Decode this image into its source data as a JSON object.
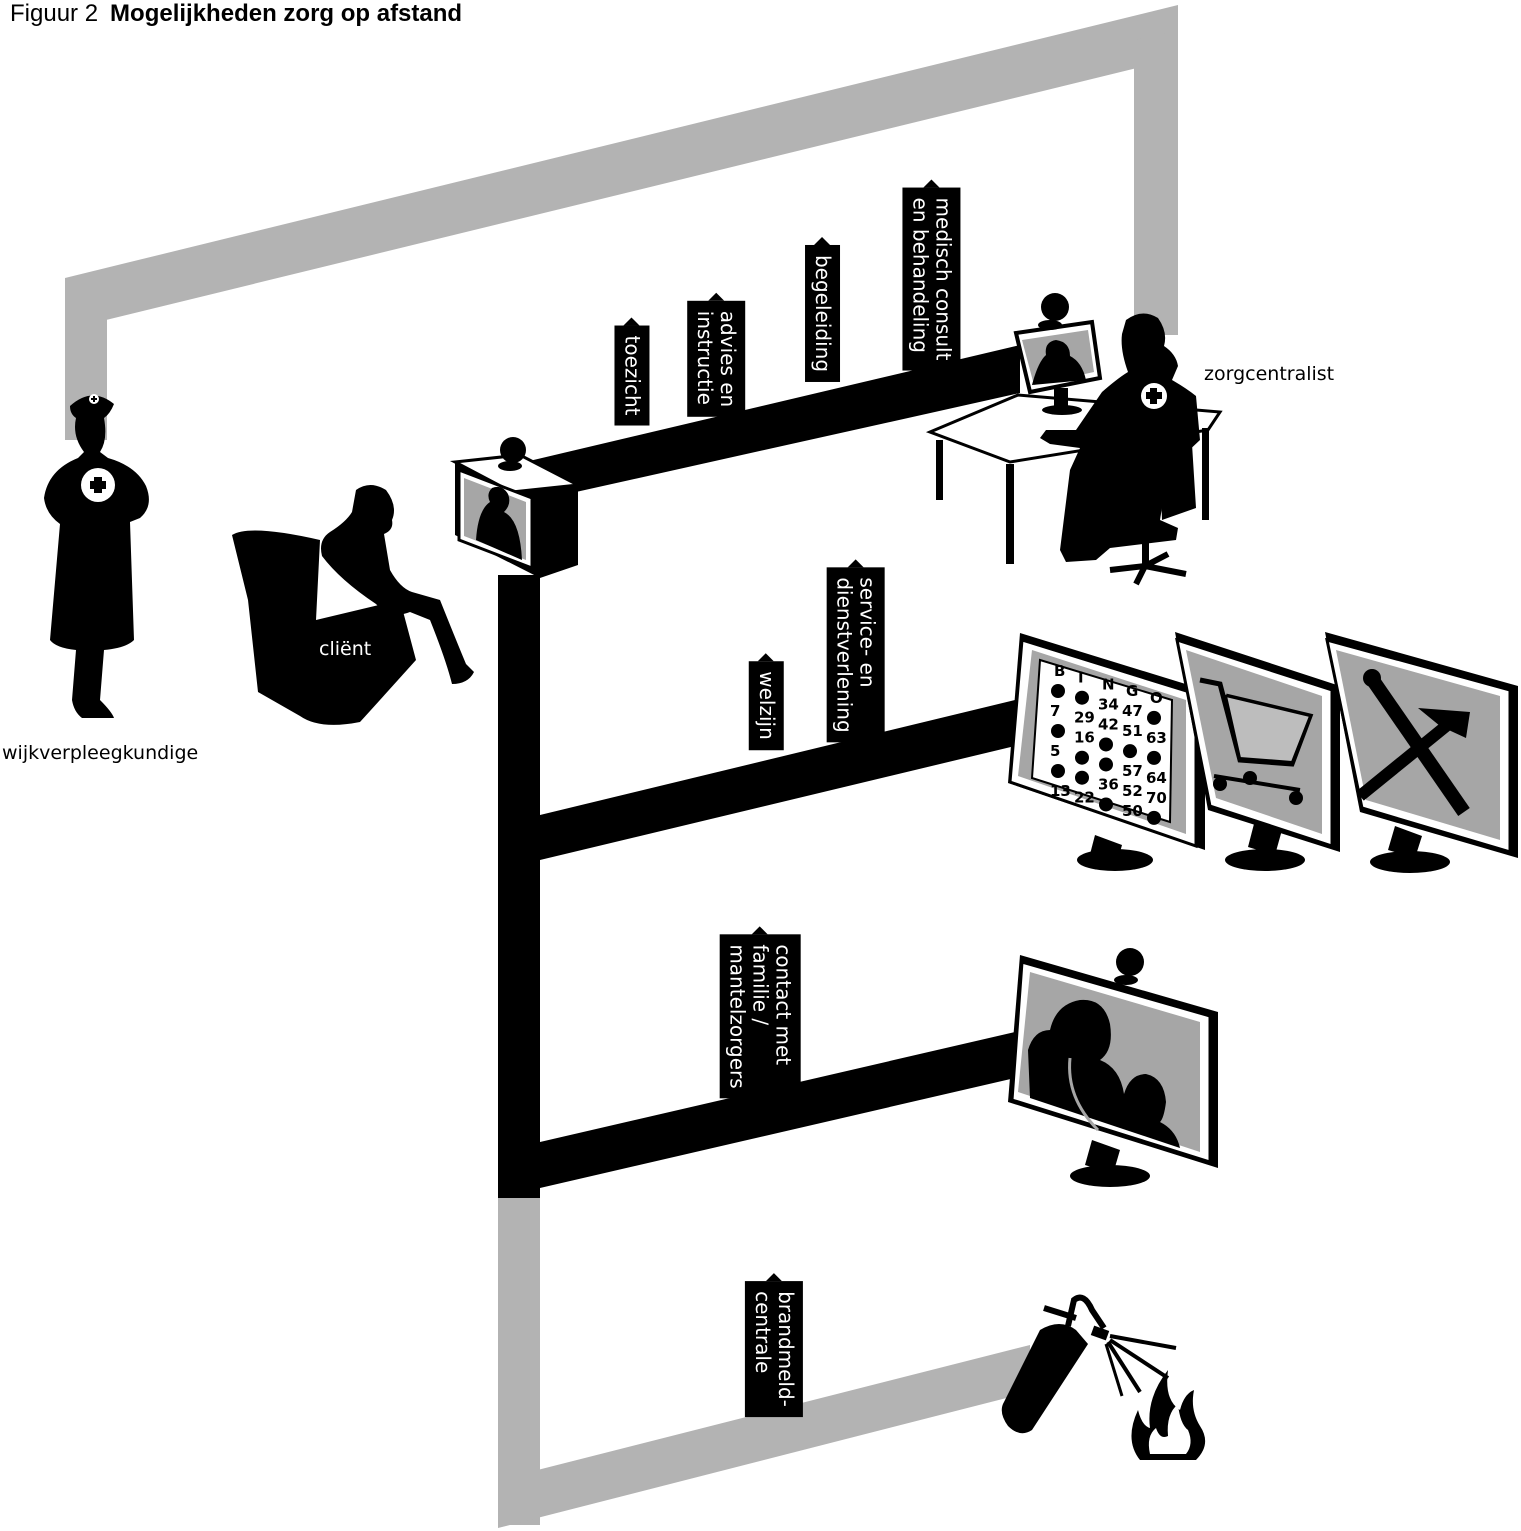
{
  "figure": {
    "number": "Figuur 2",
    "title": "Mogelijkheden zorg op afstand"
  },
  "people": {
    "nurse": "wijkverpleegkundige",
    "client": "cliënt",
    "operator": "zorgcentralist"
  },
  "services": {
    "top": [
      "toezicht",
      "advies en\ninstructie",
      "begeleiding",
      "medisch consult\nen behandeling"
    ],
    "middle": [
      "welzijn",
      "service- en\ndienstverlening"
    ],
    "family": "contact met\nfamilie /\nmantelzorgers",
    "fire": "brandmeld-\ncentrale"
  },
  "bingo": {
    "header": [
      "B",
      "I",
      "N",
      "G",
      "O"
    ],
    "rows": [
      [
        "",
        "",
        "34",
        "47",
        ""
      ],
      [
        "7",
        "29",
        "42",
        "51",
        "63"
      ],
      [
        "",
        "16",
        "",
        "",
        ""
      ],
      [
        "5",
        "",
        "",
        "57",
        "64"
      ],
      [
        "",
        "",
        "36",
        "52",
        "70"
      ],
      [
        "13",
        "22",
        "",
        "50",
        ""
      ]
    ]
  },
  "colors": {
    "line_black": "#000000",
    "line_grey": "#b3b3b3",
    "screen_grey": "#a6a6a6"
  },
  "icons": [
    "nurse-icon",
    "client-armchair-icon",
    "tv-camera-icon",
    "operator-desk-icon",
    "bingo-monitor-icon",
    "shopping-cart-monitor-icon",
    "tools-monitor-icon",
    "family-video-monitor-icon",
    "fire-extinguisher-icon",
    "flame-icon"
  ]
}
